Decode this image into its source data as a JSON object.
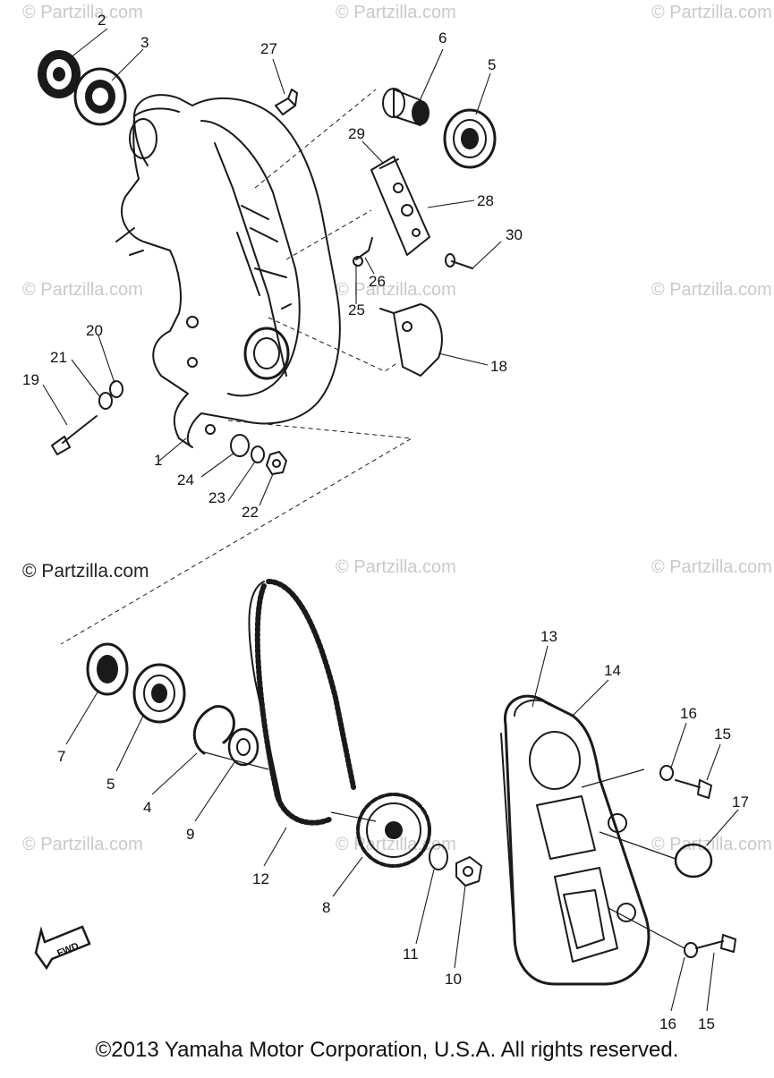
{
  "watermarks": [
    "© Partzilla.com"
  ],
  "brand_watermark": "© Partzilla.com",
  "fwd_badge": "FWD",
  "copyright": "©2013 Yamaha Motor Corporation, U.S.A. All rights reserved.",
  "callouts": [
    "1",
    "2",
    "3",
    "4",
    "5",
    "5",
    "6",
    "7",
    "8",
    "9",
    "10",
    "11",
    "12",
    "13",
    "14",
    "15",
    "15",
    "16",
    "16",
    "17",
    "18",
    "19",
    "20",
    "21",
    "22",
    "23",
    "24",
    "25",
    "26",
    "27",
    "28",
    "29",
    "30"
  ]
}
